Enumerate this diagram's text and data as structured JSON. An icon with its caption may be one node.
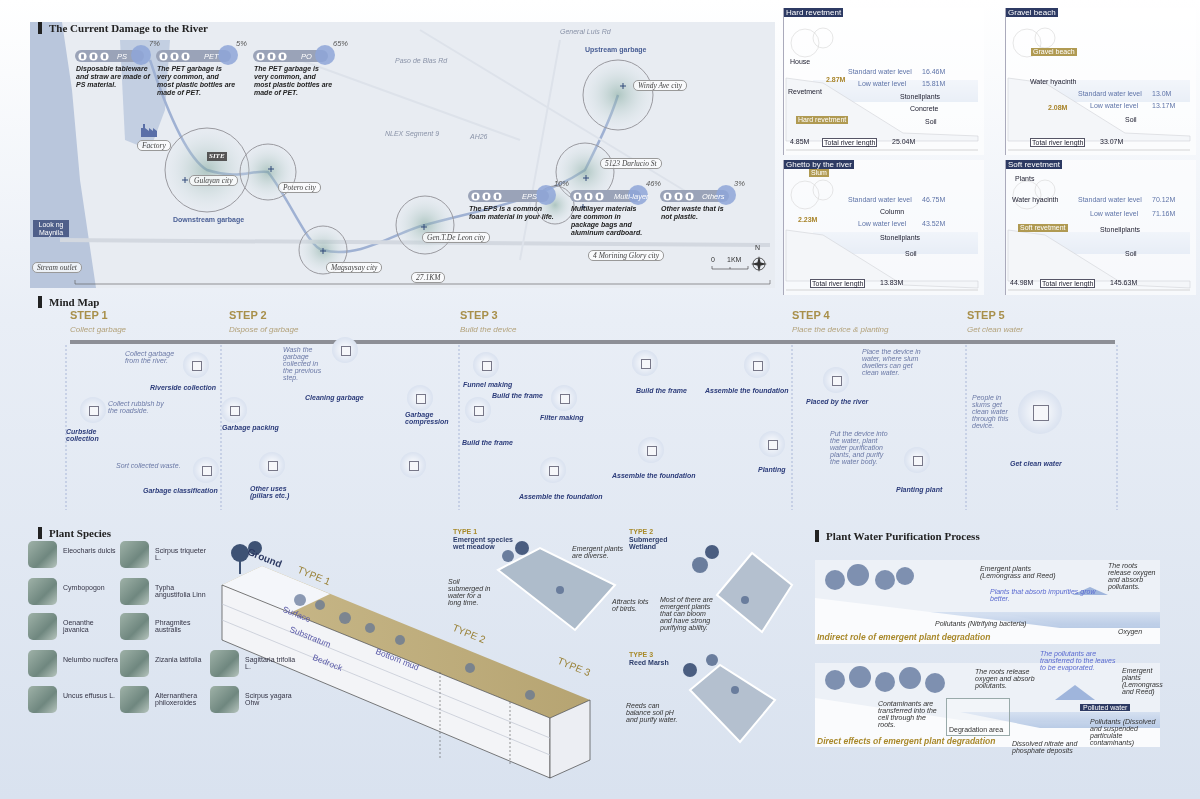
{
  "diagram": {
    "nodes": [
      {
        "text": [
          "7%",
          "PS",
          "Disposable tableware and straw are made of PS material."
        ]
      },
      {
        "text": [
          "5%",
          "PET",
          "The PET garbage is very common, and most plastic bottles are made of PET."
        ]
      },
      {
        "text": [
          "65%",
          "PO",
          "The PET garbage is very common, and most plastic bottles are made of PET."
        ]
      },
      {
        "text": [
          "10%",
          "EPS",
          "The EPS is a common foam material in your life."
        ]
      },
      {
        "text": [
          "46%",
          "Multi-layer",
          "Multilayer materials are common in package bags and aluminum cardboard."
        ]
      },
      {
        "text": [
          "3%",
          "Others",
          "Other waste that is not plastic."
        ]
      },
      {
        "text": [
          "Factory"
        ]
      },
      {
        "text": [
          "Gulayan city"
        ]
      },
      {
        "text": [
          "Potero city"
        ]
      },
      {
        "text": [
          "Magsaysay city"
        ]
      },
      {
        "text": [
          "Gen.T.De Leon city"
        ]
      },
      {
        "text": [
          "5123 Darlucio St"
        ]
      },
      {
        "text": [
          "4 Morining Glory city"
        ]
      },
      {
        "text": [
          "Windy Ave city"
        ]
      },
      {
        "text": [
          "Stream outlet"
        ]
      },
      {
        "text": [
          "27.1KM"
        ]
      },
      {
        "text": [
          "Look ng Maynila"
        ]
      },
      {
        "text": [
          "SITE"
        ]
      },
      {
        "text": [
          "Hard revetment"
        ]
      },
      {
        "text": [
          "Gravel beach"
        ]
      },
      {
        "text": [
          "Ghetto by the river"
        ]
      },
      {
        "text": [
          "Soft revetment"
        ]
      },
      {
        "text": [
          "Hard revetment"
        ],
        "in": 18
      },
      {
        "text": [
          "Gravel beach"
        ],
        "in": 19
      },
      {
        "text": [
          "Slum"
        ],
        "in": 20
      },
      {
        "text": [
          "Soft revetment"
        ],
        "in": 21
      },
      {
        "text": [
          "Polluted water"
        ]
      },
      {
        "text": [
          "Degradation area"
        ]
      }
    ],
    "labels": [
      "The Current Damage to the River",
      "General Luis Rd",
      "Paso de Blas Rd",
      "NLEX Segment 9",
      "AH26",
      "Upstream garbage",
      "Downstream garbage",
      "0",
      "1KM",
      "N",
      "House",
      "Revetment",
      "2.87M",
      "Standard water level",
      "16.46M",
      "Low water level",
      "15.81M",
      "Stonellplants",
      "Concrete",
      "Soil",
      "4.85M",
      "Total river length",
      "25.04M",
      "Water hyacinth",
      "Standard water level",
      "13.0M",
      "2.08M",
      "Low water level",
      "13.17M",
      "Soil",
      "Total river length",
      "33.07M",
      "Standard water level",
      "46.75M",
      "Column",
      "2.23M",
      "Low water level",
      "43.52M",
      "Stonellplants",
      "Soil",
      "Total river length",
      "13.83M",
      "Plants",
      "Water hyacinth",
      "Standard water level",
      "70.12M",
      "Low water level",
      "71.16M",
      "Stonellplants",
      "Soil",
      "44.98M",
      "Total river length",
      "145.63M",
      "Mind Map",
      "STEP 1",
      "Collect garbage",
      "STEP 2",
      "Dispose of garbage",
      "STEP 3",
      "Build the device",
      "STEP 4",
      "Place the device & planting",
      "STEP 5",
      "Get clean water",
      "Collect garbage from the river.",
      "Riverside collection",
      "Collect rubbish by the roadside.",
      "Curbside collection",
      "Sort collected waste.",
      "Garbage classification",
      "Garbage packing",
      "Wash the garbage collected in the previous step.",
      "Cleaning garbage",
      "Other uses (pillars etc.)",
      "Garbage compression",
      "Funnel making",
      "Build the frame",
      "Filter making",
      "Build the frame",
      "Assemble the foundation",
      "Build the frame",
      "Assemble the foundation",
      "Assemble the foundation",
      "Planting",
      "Place the device in water, where slum dwellers can get clean water.",
      "Placed by the river",
      "Put the device into the water, plant water purification plants, and purify the water body.",
      "Planting plant",
      "People in slums get clean water through this device.",
      "Get clean water",
      "Plant Species",
      "Eleocharis dulcis",
      "Scirpus triqueter L.",
      "Cymbopogon",
      "Typha angustifolia Linn",
      "Oenanthe javanica",
      "Phragmites australis",
      "Nelumbo nucifera",
      "Zizania latifolia",
      "Sagittaria trifolia L.",
      "Uncus effusus L.",
      "Alternanthera philoxeroides",
      "Scirpus yagara Ohw",
      "Ground",
      "TYPE 1",
      "Surface",
      "Substratum",
      "Bedrock",
      "Bottom mud",
      "TYPE 2",
      "TYPE 3",
      "TYPE 1",
      "Emergent species wet meadow",
      "Emergent plants are diverse.",
      "Soil submerged in water for a long time.",
      "Attracts lots of birds.",
      "TYPE 2",
      "Submerged Wetland",
      "Most of there are emergent plants that can bloom and have strong purifying ability.",
      "TYPE 3",
      "Reed Marsh",
      "Reeds can balance soil pH and purify water.",
      "Plant Water Purification Process",
      "Emergent plants (Lemongrass and Reed)",
      "The roots release oxygen and absorb pollutants.",
      "Plants that absorb impurities grow better.",
      "Pollutants (Nitrifying bacteria)",
      "Oxygen",
      "Indirect role of emergent plant degradation",
      "The pollutants are transferred to the leaves to be evaporated.",
      "The roots release oxygen and absorb pollutants.",
      "Emergent plants (Lemongrass and Reed)",
      "Contaminants are transferred into the cell through the roots.",
      "Pollutants (Dissolved and suspended particulate contaminants)",
      "Dissolved nitrate and phosphate deposits",
      "Direct effects of emergent plant degradation"
    ]
  }
}
